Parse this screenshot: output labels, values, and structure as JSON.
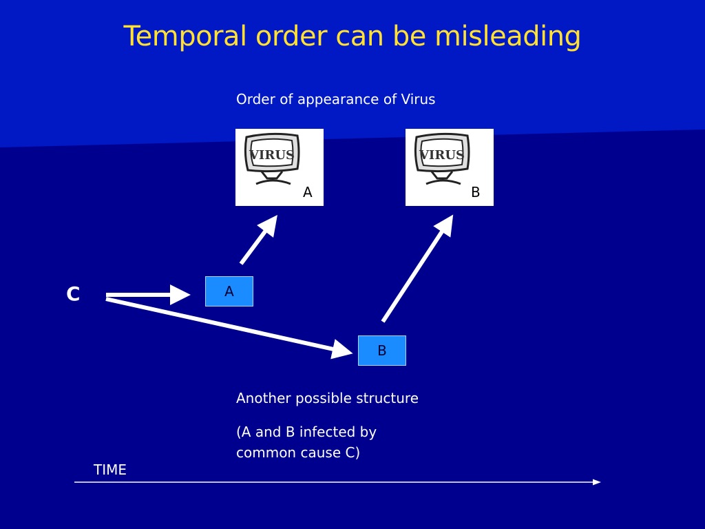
{
  "slide": {
    "title": "Temporal order can be misleading",
    "subtitle": "Order of appearance of Virus",
    "cards": {
      "a": {
        "image_text": "VIRUS",
        "letter": "A"
      },
      "b": {
        "image_text": "VIRUS",
        "letter": "B"
      }
    },
    "cause_label": "C",
    "nodes": {
      "a": "A",
      "b": "B"
    },
    "caption_line1": "Another possible structure",
    "caption_line2": "(A and B infected by common cause C)",
    "time_label": "TIME"
  },
  "colors": {
    "background": "#00008f",
    "title": "#ffe033",
    "node_fill": "#1a8cff",
    "text": "#ffffff"
  }
}
